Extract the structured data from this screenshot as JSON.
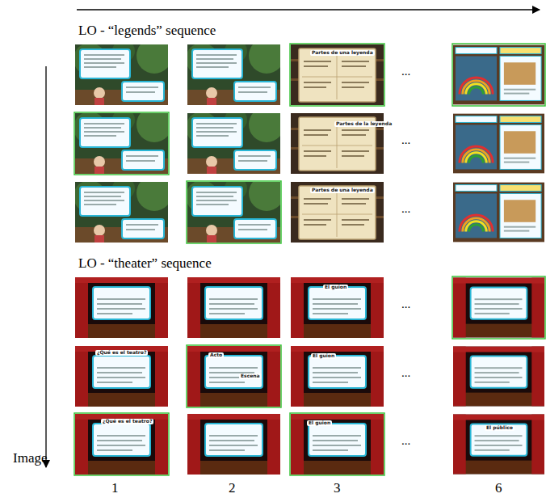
{
  "diagram": {
    "labels": [
      "LO - “legends” sequence",
      "...",
      "...",
      "...",
      "LO - “theater” sequence",
      "...",
      "...",
      "...",
      "Image",
      "1",
      "2",
      "3",
      "6",
      "Partes de una leyenda",
      "Partes de la leyenda",
      "Partes de una leyenda",
      "¿Qué es el teatro?",
      "Acto",
      "Escena",
      "El guion",
      "El guion",
      "El guion",
      "El público",
      "¿Qué es el teatro?"
    ]
  }
}
